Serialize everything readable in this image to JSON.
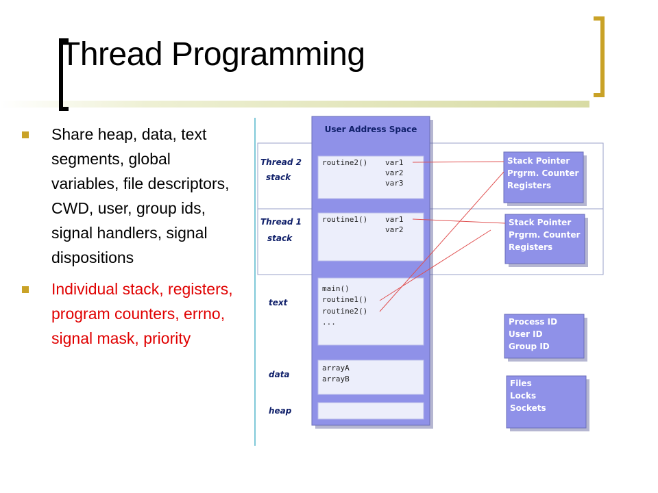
{
  "title": "Thread Programming",
  "bullets": [
    {
      "text": "Share heap, data, text segments, global variables, file descriptors, CWD, user, group ids, signal handlers, signal dispositions",
      "color": "#000000"
    },
    {
      "text": "Individual stack, registers, program counters, errno, signal mask, priority",
      "color": "#e00000"
    }
  ],
  "colors": {
    "accent": "#c9a227",
    "diagram_blue": "#8f91e8",
    "segment_fill": "#eceefb",
    "link_red": "#e05050"
  },
  "diagram": {
    "header": "User Address Space",
    "segments": {
      "thread2": {
        "label1": "Thread 2",
        "label2": "stack",
        "code": [
          "routine2()",
          "var1",
          "var2",
          "var3"
        ]
      },
      "thread1": {
        "label1": "Thread 1",
        "label2": "stack",
        "code": [
          "routine1()",
          "var1",
          "var2"
        ]
      },
      "text": {
        "label": "text",
        "lines": [
          "main()",
          "routine1()",
          "routine2()",
          "..."
        ]
      },
      "data": {
        "label": "data",
        "lines": [
          "arrayA",
          "arrayB"
        ]
      },
      "heap": {
        "label": "heap"
      }
    },
    "thread2_regs": [
      "Stack Pointer",
      "Prgrm. Counter",
      "Registers"
    ],
    "thread1_regs": [
      "Stack Pointer",
      "Prgrm. Counter",
      "Registers"
    ],
    "process_box": [
      "Process ID",
      "User ID",
      "Group ID"
    ],
    "resources_box": [
      "Files",
      "Locks",
      "Sockets"
    ]
  }
}
